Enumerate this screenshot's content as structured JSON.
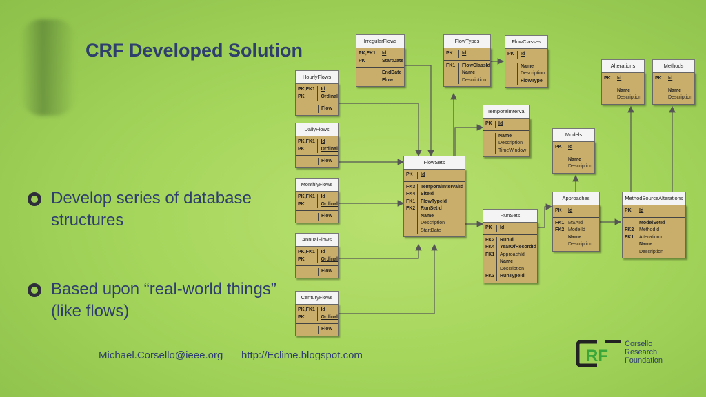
{
  "slide": {
    "title": "CRF Developed Solution",
    "bullets": [
      "Develop series of database structures",
      "Based upon “real-world things” (like flows)"
    ],
    "email": "Michael.Corsello@ieee.org",
    "blog": "http://Eclime.blogspot.com",
    "logo": {
      "mark": "CRF",
      "lines": [
        "Corsello",
        "Research",
        "Foundation"
      ]
    }
  },
  "tables": [
    {
      "id": "HourlyFlows",
      "name": "HourlyFlows",
      "keys": "PK,FK1\nPK",
      "fields": [
        {
          "t": "Id",
          "s": "u"
        },
        {
          "t": "Ordinal",
          "s": "u"
        }
      ],
      "extra": [
        {
          "t": "Flow",
          "s": "b"
        }
      ]
    },
    {
      "id": "DailyFlows",
      "name": "DailyFlows",
      "keys": "PK,FK1\nPK",
      "fields": [
        {
          "t": "Id",
          "s": "u"
        },
        {
          "t": "Ordinal",
          "s": "u"
        }
      ],
      "extra": [
        {
          "t": "Flow",
          "s": "b"
        }
      ]
    },
    {
      "id": "MonthlyFlows",
      "name": "MonthlyFlows",
      "keys": "PK,FK1\nPK",
      "fields": [
        {
          "t": "Id",
          "s": "u"
        },
        {
          "t": "Ordinal",
          "s": "u"
        }
      ],
      "extra": [
        {
          "t": "Flow",
          "s": "b"
        }
      ]
    },
    {
      "id": "AnnualFlows",
      "name": "AnnualFlows",
      "keys": "PK,FK1\nPK",
      "fields": [
        {
          "t": "Id",
          "s": "u"
        },
        {
          "t": "Ordinal",
          "s": "u"
        }
      ],
      "extra": [
        {
          "t": "Flow",
          "s": "b"
        }
      ]
    },
    {
      "id": "CenturyFlows",
      "name": "CenturyFlows",
      "keys": "PK,FK1\nPK",
      "fields": [
        {
          "t": "Id",
          "s": "u"
        },
        {
          "t": "Ordinal",
          "s": "u"
        }
      ],
      "extra": [
        {
          "t": "Flow",
          "s": "b"
        }
      ]
    },
    {
      "id": "IrregularFlows",
      "name": "IrregularFlows",
      "keys": "PK,FK1\nPK",
      "fields": [
        {
          "t": "Id",
          "s": "u"
        },
        {
          "t": "StartDate",
          "s": "u"
        }
      ],
      "extra": [
        {
          "t": "EndDate",
          "s": "b"
        },
        {
          "t": "Flow",
          "s": "b"
        }
      ]
    },
    {
      "id": "FlowTypes",
      "name": "FlowTypes",
      "keys": "PK",
      "fields": [
        {
          "t": "Id",
          "s": "u"
        }
      ],
      "extraKeys": "FK1",
      "extra": [
        {
          "t": "FlowClassId",
          "s": "b"
        },
        {
          "t": "Name",
          "s": "b"
        },
        {
          "t": "Description",
          "s": ""
        }
      ]
    },
    {
      "id": "FlowClasses",
      "name": "FlowClasses",
      "keys": "PK",
      "fields": [
        {
          "t": "Id",
          "s": "u"
        }
      ],
      "extra": [
        {
          "t": "Name",
          "s": "b"
        },
        {
          "t": "Description",
          "s": ""
        },
        {
          "t": "FlowType",
          "s": "b"
        }
      ]
    },
    {
      "id": "TemporalInterval",
      "name": "TemporalInterval",
      "keys": "PK",
      "fields": [
        {
          "t": "Id",
          "s": "u"
        }
      ],
      "extra": [
        {
          "t": "Name",
          "s": "b"
        },
        {
          "t": "Description",
          "s": ""
        },
        {
          "t": "TimeWindow",
          "s": ""
        }
      ]
    },
    {
      "id": "FlowSets",
      "name": "FlowSets",
      "keys": "PK",
      "fields": [
        {
          "t": "Id",
          "s": "u"
        }
      ],
      "extraKeys": "FK3\nFK4\nFK1\nFK2",
      "extra": [
        {
          "t": "TemporalIntervalId",
          "s": "b"
        },
        {
          "t": "SiteId",
          "s": "b"
        },
        {
          "t": "FlowTypeId",
          "s": "b"
        },
        {
          "t": "RunSetId",
          "s": "b"
        },
        {
          "t": "Name",
          "s": "b"
        },
        {
          "t": "Description",
          "s": ""
        },
        {
          "t": "StartDate",
          "s": ""
        }
      ]
    },
    {
      "id": "RunSets",
      "name": "RunSets",
      "keys": "PK",
      "fields": [
        {
          "t": "Id",
          "s": "u"
        }
      ],
      "extraKeys": "FK2\nFK4\nFK1\n\n\nFK3",
      "extra": [
        {
          "t": "RunId",
          "s": "b"
        },
        {
          "t": "YearOfRecordId",
          "s": "b"
        },
        {
          "t": "ApproachId",
          "s": ""
        },
        {
          "t": "Name",
          "s": "b"
        },
        {
          "t": "Description",
          "s": ""
        },
        {
          "t": "RunTypeId",
          "s": "b"
        }
      ]
    },
    {
      "id": "Models",
      "name": "Models",
      "keys": "PK",
      "fields": [
        {
          "t": "Id",
          "s": "u"
        }
      ],
      "extra": [
        {
          "t": "Name",
          "s": "b"
        },
        {
          "t": "Description",
          "s": ""
        }
      ]
    },
    {
      "id": "Approaches",
      "name": "Approaches",
      "keys": "PK",
      "fields": [
        {
          "t": "Id",
          "s": "u"
        }
      ],
      "extraKeys": "FK1\nFK2",
      "extra": [
        {
          "t": "MSAId",
          "s": ""
        },
        {
          "t": "ModelId",
          "s": ""
        },
        {
          "t": "Name",
          "s": "b"
        },
        {
          "t": "Description",
          "s": ""
        }
      ]
    },
    {
      "id": "Alterations",
      "name": "Alterations",
      "keys": "PK",
      "fields": [
        {
          "t": "Id",
          "s": "u"
        }
      ],
      "extra": [
        {
          "t": "Name",
          "s": "b"
        },
        {
          "t": "Description",
          "s": ""
        }
      ]
    },
    {
      "id": "Methods",
      "name": "Methods",
      "keys": "PK",
      "fields": [
        {
          "t": "Id",
          "s": "u"
        }
      ],
      "extra": [
        {
          "t": "Name",
          "s": "b"
        },
        {
          "t": "Description",
          "s": ""
        }
      ]
    },
    {
      "id": "MethodSourceAlterations",
      "name": "MethodSourceAlterations",
      "keys": "PK",
      "fields": [
        {
          "t": "Id",
          "s": "u"
        }
      ],
      "extraKeys": "\nFK2\nFK1",
      "extra": [
        {
          "t": "ModelSetId",
          "s": "b"
        },
        {
          "t": "MethodId",
          "s": ""
        },
        {
          "t": "AlterationId",
          "s": ""
        },
        {
          "t": "Name",
          "s": "b"
        },
        {
          "t": "Description",
          "s": ""
        }
      ]
    }
  ],
  "colors": {
    "title": "#2e3f6e",
    "table_body": "#c9ad6a",
    "connector": "#555555",
    "logo_green": "#3aa63a"
  }
}
